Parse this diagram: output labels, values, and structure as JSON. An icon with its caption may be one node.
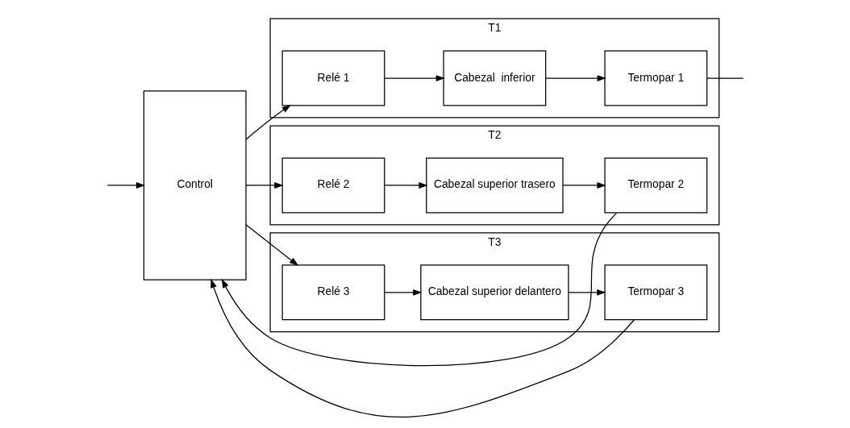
{
  "diagram": {
    "nodes": [
      {
        "text": [
          "Control"
        ]
      },
      {
        "text": [
          "T1"
        ]
      },
      {
        "text": [
          "Relé 1"
        ],
        "in": 1
      },
      {
        "text": [
          "Cabezal  inferior"
        ],
        "in": 1
      },
      {
        "text": [
          "Termopar 1"
        ],
        "in": 1
      },
      {
        "text": [
          "T2"
        ]
      },
      {
        "text": [
          "Relé 2"
        ],
        "in": 5
      },
      {
        "text": [
          "Cabezal superior trasero"
        ],
        "in": 5
      },
      {
        "text": [
          "Termopar 2"
        ],
        "in": 5
      },
      {
        "text": [
          "T3"
        ]
      },
      {
        "text": [
          "Relé 3"
        ],
        "in": 9
      },
      {
        "text": [
          "Cabezal superior delantero"
        ],
        "in": 9
      },
      {
        "text": [
          "Termopar 3"
        ],
        "in": 9
      }
    ],
    "edges": [
      {
        "from": 0,
        "to": 2,
        "arrow": "to"
      },
      {
        "from": 2,
        "to": 3,
        "arrow": "to"
      },
      {
        "from": 3,
        "to": 4,
        "arrow": "to"
      },
      {
        "from": 4,
        "to": null,
        "arrow": "none"
      },
      {
        "from": null,
        "to": 0,
        "arrow": "to"
      },
      {
        "from": 0,
        "to": 6,
        "arrow": "to"
      },
      {
        "from": 6,
        "to": 7,
        "arrow": "to"
      },
      {
        "from": 7,
        "to": 8,
        "arrow": "to"
      },
      {
        "from": 8,
        "to": 0,
        "arrow": "to"
      },
      {
        "from": 0,
        "to": 10,
        "arrow": "to"
      },
      {
        "from": 10,
        "to": 11,
        "arrow": "to"
      },
      {
        "from": 11,
        "to": 12,
        "arrow": "to"
      },
      {
        "from": 12,
        "to": 0,
        "arrow": "to"
      }
    ]
  }
}
